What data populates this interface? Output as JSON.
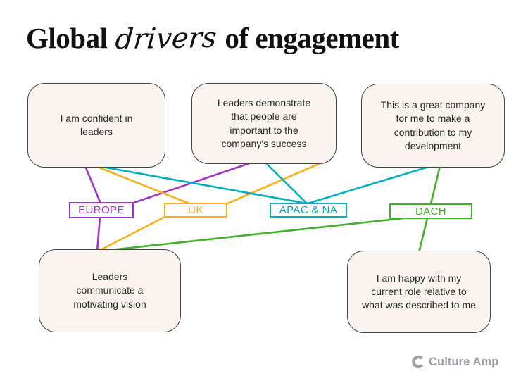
{
  "title": {
    "part1": "Global",
    "script": "drivers",
    "part2": "of engagement"
  },
  "boxes": [
    {
      "text": "I am confident in leaders"
    },
    {
      "text": "Leaders demonstrate that people are important to the company's success"
    },
    {
      "text": "This is a great company for me to make a contribution to my development"
    },
    {
      "text": "Leaders communicate a motivating vision"
    },
    {
      "text": "I am happy with my current role relative to what was described to me"
    }
  ],
  "labels": [
    {
      "text": "EUROPE",
      "color": "purple"
    },
    {
      "text": "UK",
      "color": "orange"
    },
    {
      "text": "APAC & NA",
      "color": "teal"
    },
    {
      "text": "DACH",
      "color": "green"
    }
  ],
  "colors": {
    "purple": "#A233C7",
    "orange": "#FCAF17",
    "teal": "#00AEBD",
    "green": "#42B02A",
    "box_fill": "#FAF4EE",
    "box_border": "#454545",
    "title_text": "#111111",
    "logo_gray": "#9EA0A4"
  },
  "connections": [
    {
      "from": "I am confident in leaders",
      "to": "EUROPE",
      "color": "purple"
    },
    {
      "from": "Leaders demonstrate that people are important to the company's success",
      "to": "EUROPE",
      "color": "purple"
    },
    {
      "from": "EUROPE",
      "to": "Leaders communicate a motivating vision",
      "color": "purple"
    },
    {
      "from": "I am confident in leaders",
      "to": "UK",
      "color": "orange"
    },
    {
      "from": "Leaders demonstrate that people are important to the company's success",
      "to": "UK",
      "color": "orange"
    },
    {
      "from": "UK",
      "to": "Leaders communicate a motivating vision",
      "color": "orange"
    },
    {
      "from": "I am confident in leaders",
      "to": "APAC & NA",
      "color": "teal"
    },
    {
      "from": "Leaders demonstrate that people are important to the company's success",
      "to": "APAC & NA",
      "color": "teal"
    },
    {
      "from": "This is a great company for me to make a contribution to my development",
      "to": "APAC & NA",
      "color": "teal"
    },
    {
      "from": "This is a great company for me to make a contribution to my development",
      "to": "DACH",
      "color": "green"
    },
    {
      "from": "DACH",
      "to": "Leaders communicate a motivating vision",
      "color": "green"
    },
    {
      "from": "DACH",
      "to": "I am happy with my current role relative to what was described to me",
      "color": "green"
    }
  ],
  "logo": {
    "text": "Culture Amp"
  }
}
